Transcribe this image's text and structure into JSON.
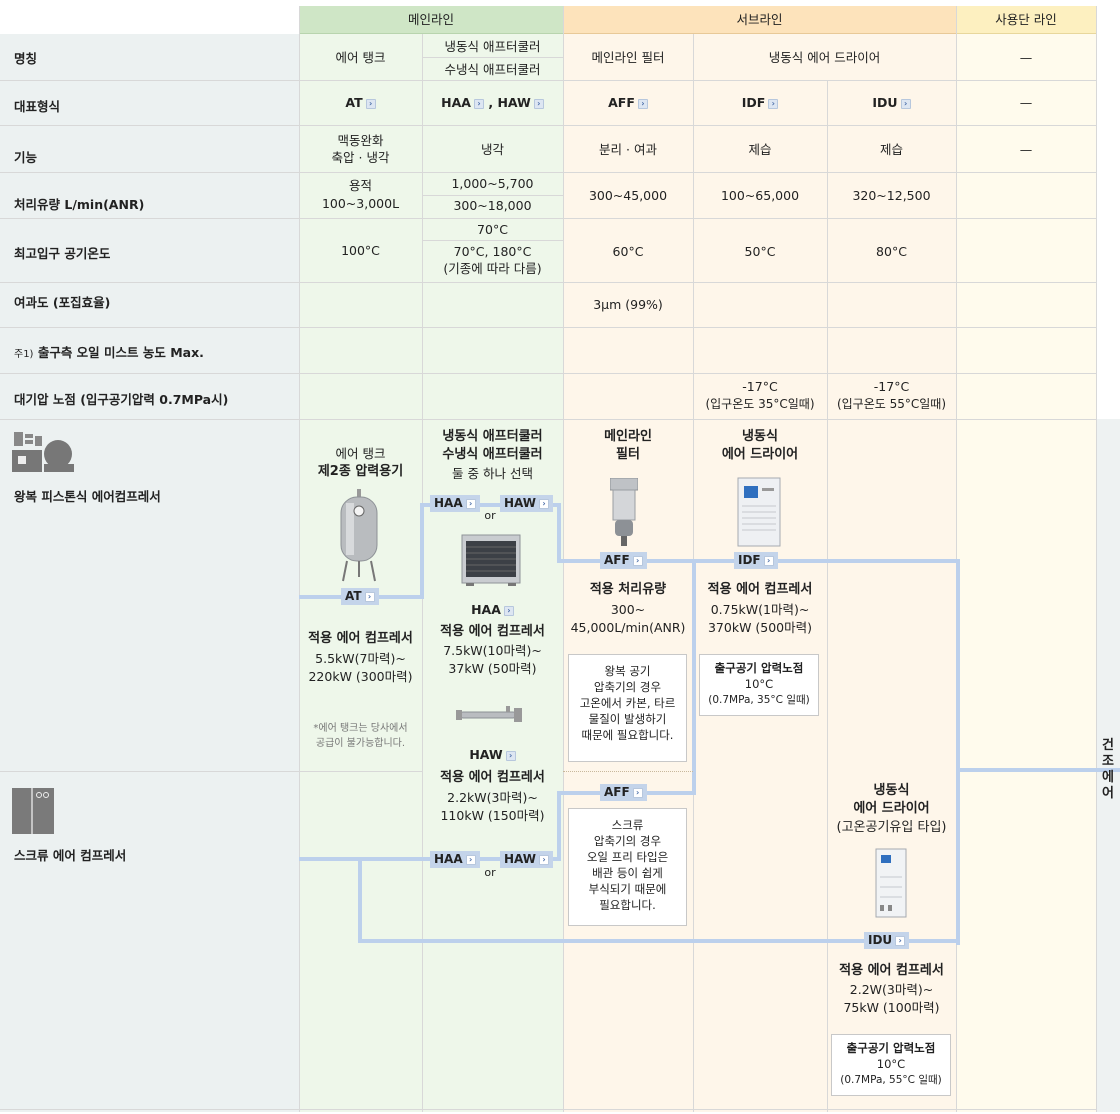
{
  "header": {
    "main": "메인라인",
    "sub": "서브라인",
    "enduse": "사용단 라인"
  },
  "rows": {
    "name": "명칭",
    "model": "대표형식",
    "function": "기능",
    "flow": "처리유량 L/min(ANR)",
    "temp": "최고입구 공기온도",
    "filtration": "여과도 (포집효율)",
    "oil_prefix": "주1)",
    "oil": "출구측 오일 미스트 농도 Max.",
    "dew": "대기압 노점 (입구공기압력 0.7MPa시)"
  },
  "names": {
    "tank": "에어 탱크",
    "cooler1": "냉동식 애프터쿨러",
    "cooler2": "수냉식 애프터쿨러",
    "filter": "메인라인 필터",
    "dryer": "냉동식 에어 드라이어",
    "enduse": "—"
  },
  "models": {
    "at": "AT",
    "haa": "HAA",
    "comma": ",",
    "haw": "HAW",
    "aff": "AFF",
    "idf": "IDF",
    "idu": "IDU",
    "enduse": "—"
  },
  "functions": {
    "tank_1": "맥동완화",
    "tank_2": "축압 · 냉각",
    "cooler": "냉각",
    "filter": "분리 · 여과",
    "idf": "제습",
    "idu": "제습",
    "enduse": "—"
  },
  "flows": {
    "tank_1": "용적",
    "tank_2": "100~3,000L",
    "haa": "1,000~5,700",
    "haw": "300~18,000",
    "aff": "300~45,000",
    "idf": "100~65,000",
    "idu": "320~12,500"
  },
  "temps": {
    "tank": "100°C",
    "haa": "70°C",
    "haw_1": "70°C, 180°C",
    "haw_2": "(기종에 따라 다름)",
    "aff": "60°C",
    "idf": "50°C",
    "idu": "80°C"
  },
  "filtration": {
    "aff": "3μm (99%)"
  },
  "dew": {
    "idf_1": "-17°C",
    "idf_2": "(입구온도 35°C일때)",
    "idu_1": "-17°C",
    "idu_2": "(입구온도 55°C일때)"
  },
  "compressors": {
    "piston": "왕복 피스톤식 에어컴프레서",
    "screw": "스크류 에어 컴프레서"
  },
  "diagram": {
    "tank_title_1": "에어 탱크",
    "tank_title_2": "제2종 압력용기",
    "cooler_title_1": "냉동식 애프터쿨러",
    "cooler_title_2": "수냉식 애프터쿨러",
    "cooler_title_3": "둘 중 하나 선택",
    "filter_title_1": "메인라인",
    "filter_title_2": "필터",
    "dryer_title_1": "냉동식",
    "dryer_title_2": "에어 드라이어",
    "or": "or",
    "tank_app_title": "적용 에어 컴프레서",
    "tank_app_1": "5.5kW(7마력)~",
    "tank_app_2": "220kW (300마력)",
    "tank_footnote_1": "*에어 탱크는 당사에서",
    "tank_footnote_2": "공급이 불가능합니다.",
    "haa_app_title": "적용 에어 컴프레서",
    "haa_app_1": "7.5kW(10마력)~",
    "haa_app_2": "37kW (50마력)",
    "haw_app_title": "적용 에어 컴프레서",
    "haw_app_1": "2.2kW(3마력)~",
    "haw_app_2": "110kW (150마력)",
    "aff_app_title": "적용 처리유량",
    "aff_app_1": "300~",
    "aff_app_2": "45,000L/min(ANR)",
    "aff_note_1": "왕복 공기",
    "aff_note_2": "압축기의 경우",
    "aff_note_3": "고온에서 카본, 타르",
    "aff_note_4": "물질이 발생하기",
    "aff_note_5": "때문에 필요합니다.",
    "idf_app_title": "적용 에어 컴프레서",
    "idf_app_1": "0.75kW(1마력)~",
    "idf_app_2": "370kW (500마력)",
    "idf_note_title": "출구공기 압력노점",
    "idf_note_1": "10°C",
    "idf_note_2": "(0.7MPa, 35°C 일때)",
    "screw_note_1": "스크류",
    "screw_note_2": "압축기의 경우",
    "screw_note_3": "오일 프리 타입은",
    "screw_note_4": "배관 등이 쉽게",
    "screw_note_5": "부식되기 때문에",
    "screw_note_6": "필요합니다.",
    "idu_title_1": "냉동식",
    "idu_title_2": "에어 드라이어",
    "idu_title_3": "(고온공기유입 타입)",
    "idu_app_title": "적용 에어 컴프레서",
    "idu_app_1": "2.2W(3마력)~",
    "idu_app_2": "75kW (100마력)",
    "idu_note_title": "출구공기 압력노점",
    "idu_note_1": "10°C",
    "idu_note_2": "(0.7MPa, 55°C 일때)",
    "dry_air": "건조에어"
  },
  "colors": {
    "main_header": "#cfe6c6",
    "sub_header": "#fde3bb",
    "enduse_header": "#fdf0c0",
    "pipe": "#bcd0ec",
    "tag": "#c4d4ea"
  }
}
